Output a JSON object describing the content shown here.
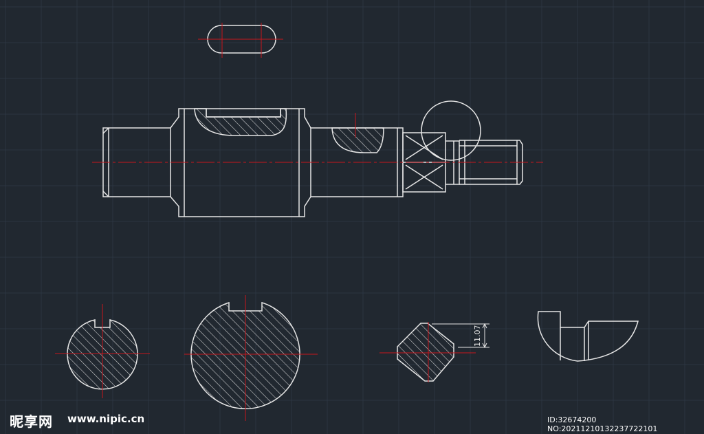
{
  "colors": {
    "background": "#212830",
    "grid": "#2c3541",
    "outline": "#e6e6e6",
    "centerline": "#c8161d",
    "hatch": "#d8d8d8"
  },
  "dimension": {
    "value": "11.07"
  },
  "watermark": {
    "logo": "昵享网",
    "url": "www.nipic.cn",
    "id": "ID:32674200 NO:20211210132237722101"
  }
}
